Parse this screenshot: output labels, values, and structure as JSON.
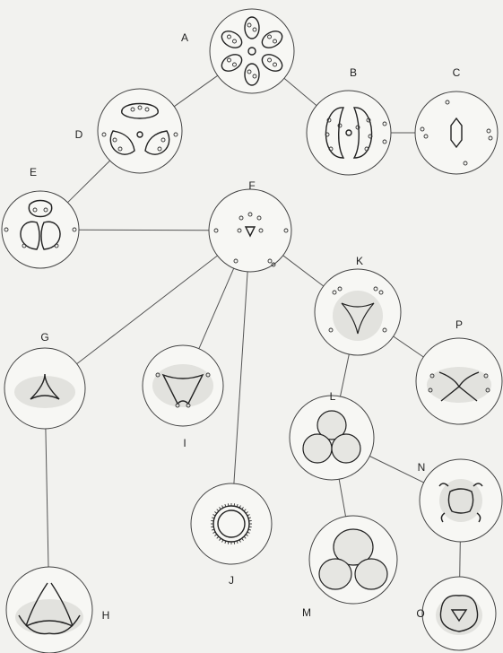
{
  "diagram": {
    "nodes": [
      {
        "id": "A",
        "label": "A"
      },
      {
        "id": "B",
        "label": "B"
      },
      {
        "id": "C",
        "label": "C"
      },
      {
        "id": "D",
        "label": "D"
      },
      {
        "id": "E",
        "label": "E"
      },
      {
        "id": "F",
        "label": "F"
      },
      {
        "id": "G",
        "label": "G"
      },
      {
        "id": "H",
        "label": "H"
      },
      {
        "id": "I",
        "label": "I"
      },
      {
        "id": "J",
        "label": "J"
      },
      {
        "id": "K",
        "label": "K"
      },
      {
        "id": "L",
        "label": "L"
      },
      {
        "id": "M",
        "label": "M"
      },
      {
        "id": "N",
        "label": "N"
      },
      {
        "id": "O",
        "label": "O"
      },
      {
        "id": "P",
        "label": "P"
      }
    ],
    "edges": [
      [
        "A",
        "D"
      ],
      [
        "A",
        "B"
      ],
      [
        "B",
        "C"
      ],
      [
        "D",
        "E"
      ],
      [
        "E",
        "F"
      ],
      [
        "F",
        "K"
      ],
      [
        "F",
        "G"
      ],
      [
        "F",
        "I"
      ],
      [
        "F",
        "J"
      ],
      [
        "G",
        "H"
      ],
      [
        "K",
        "P"
      ],
      [
        "K",
        "L"
      ],
      [
        "L",
        "N"
      ],
      [
        "L",
        "M"
      ],
      [
        "N",
        "O"
      ]
    ]
  }
}
